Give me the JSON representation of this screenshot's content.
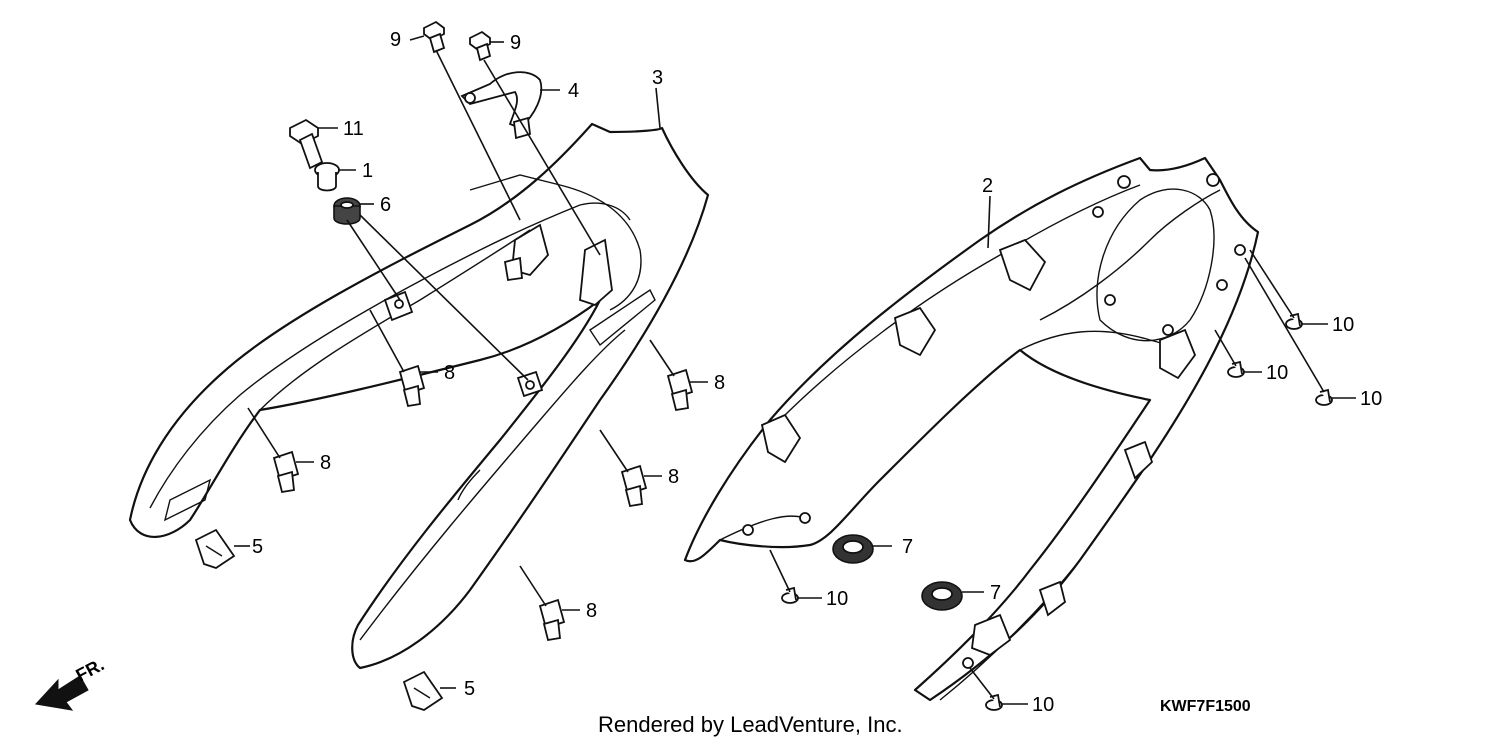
{
  "diagram": {
    "callouts": {
      "c1": "1",
      "c2": "2",
      "c3": "3",
      "c4": "4",
      "c5a": "5",
      "c5b": "5",
      "c6": "6",
      "c7a": "7",
      "c7b": "7",
      "c8a": "8",
      "c8b": "8",
      "c8c": "8",
      "c8d": "8",
      "c8e": "8",
      "c9a": "9",
      "c9b": "9",
      "c10a": "10",
      "c10b": "10",
      "c10c": "10",
      "c10d": "10",
      "c10e": "10",
      "c11": "11"
    },
    "direction_label": "FR.",
    "footer_credit": "Rendered by LeadVenture, Inc.",
    "diagram_code": "KWF7F1500"
  }
}
